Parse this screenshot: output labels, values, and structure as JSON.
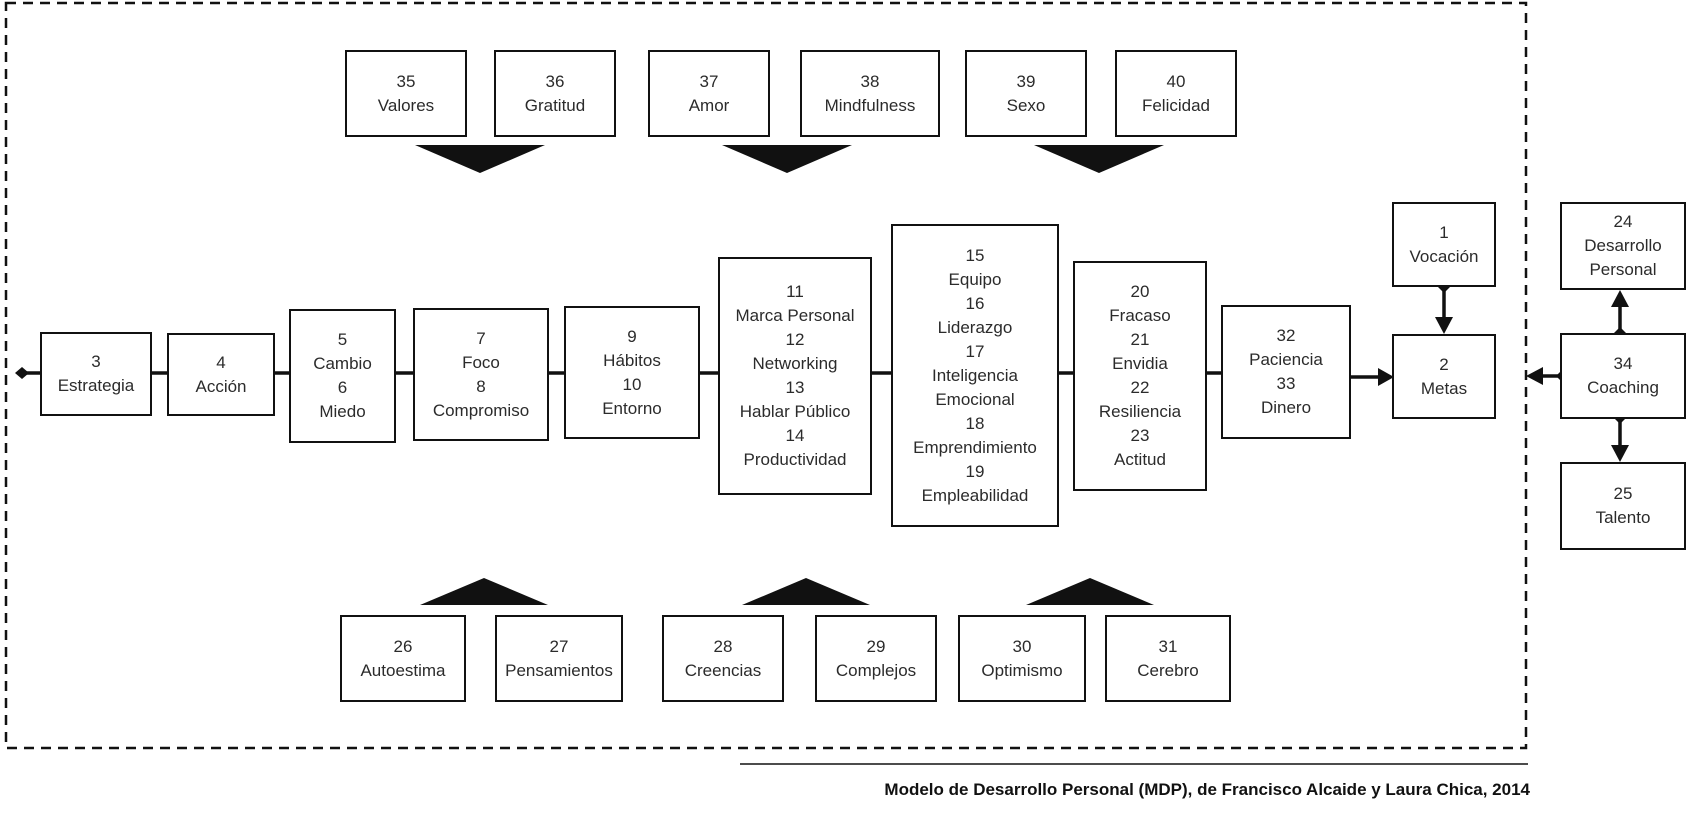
{
  "caption": "Modelo de Desarrollo Personal (MDP), de Francisco Alcaide y Laura Chica, 2014",
  "nodes": [
    {
      "id": "n35",
      "name": "box-valores",
      "lines": [
        "35",
        "Valores"
      ]
    },
    {
      "id": "n36",
      "name": "box-gratitud",
      "lines": [
        "36",
        "Gratitud"
      ]
    },
    {
      "id": "n37",
      "name": "box-amor",
      "lines": [
        "37",
        "Amor"
      ]
    },
    {
      "id": "n38",
      "name": "box-mindfulness",
      "lines": [
        "38",
        "Mindfulness"
      ]
    },
    {
      "id": "n39",
      "name": "box-sexo",
      "lines": [
        "39",
        "Sexo"
      ]
    },
    {
      "id": "n40",
      "name": "box-felicidad",
      "lines": [
        "40",
        "Felicidad"
      ]
    },
    {
      "id": "n3",
      "name": "box-estrategia",
      "lines": [
        "3",
        "Estrategia"
      ]
    },
    {
      "id": "n4",
      "name": "box-accion",
      "lines": [
        "4",
        "Acción"
      ]
    },
    {
      "id": "n5",
      "name": "box-cambio-miedo",
      "lines": [
        "5",
        "Cambio",
        "6",
        "Miedo"
      ]
    },
    {
      "id": "n7",
      "name": "box-foco-compromiso",
      "lines": [
        "7",
        "Foco",
        "8",
        "Compromiso"
      ]
    },
    {
      "id": "n9",
      "name": "box-habitos-entorno",
      "lines": [
        "9",
        "Hábitos",
        "10",
        "Entorno"
      ]
    },
    {
      "id": "n11",
      "name": "box-marca-productividad",
      "lines": [
        "11",
        "Marca Personal",
        "12",
        "Networking",
        "13",
        "Hablar Público",
        "14",
        "Productividad"
      ]
    },
    {
      "id": "n15",
      "name": "box-equipo-empleabilidad",
      "lines": [
        "15",
        "Equipo",
        "16",
        "Liderazgo",
        "17",
        "Inteligencia",
        "Emocional",
        "18",
        "Emprendimiento",
        "19",
        "Empleabilidad"
      ]
    },
    {
      "id": "n20",
      "name": "box-fracaso-actitud",
      "lines": [
        "20",
        "Fracaso",
        "21",
        "Envidia",
        "22",
        "Resiliencia",
        "23",
        "Actitud"
      ]
    },
    {
      "id": "n32",
      "name": "box-paciencia-dinero",
      "lines": [
        "32",
        "Paciencia",
        "33",
        "Dinero"
      ]
    },
    {
      "id": "n1",
      "name": "box-vocacion",
      "lines": [
        "1",
        "Vocación"
      ]
    },
    {
      "id": "n2",
      "name": "box-metas",
      "lines": [
        "2",
        "Metas"
      ]
    },
    {
      "id": "n24",
      "name": "box-desarrollo-personal",
      "lines": [
        "24",
        "Desarrollo",
        "Personal"
      ]
    },
    {
      "id": "n34",
      "name": "box-coaching",
      "lines": [
        "34",
        "Coaching"
      ]
    },
    {
      "id": "n25",
      "name": "box-talento",
      "lines": [
        "25",
        "Talento"
      ]
    },
    {
      "id": "n26",
      "name": "box-autoestima",
      "lines": [
        "26",
        "Autoestima"
      ]
    },
    {
      "id": "n27",
      "name": "box-pensamientos",
      "lines": [
        "27",
        "Pensamientos"
      ]
    },
    {
      "id": "n28",
      "name": "box-creencias",
      "lines": [
        "28",
        "Creencias"
      ]
    },
    {
      "id": "n29",
      "name": "box-complejos",
      "lines": [
        "29",
        "Complejos"
      ]
    },
    {
      "id": "n30",
      "name": "box-optimismo",
      "lines": [
        "30",
        "Optimismo"
      ]
    },
    {
      "id": "n31",
      "name": "box-cerebro",
      "lines": [
        "31",
        "Cerebro"
      ]
    }
  ]
}
